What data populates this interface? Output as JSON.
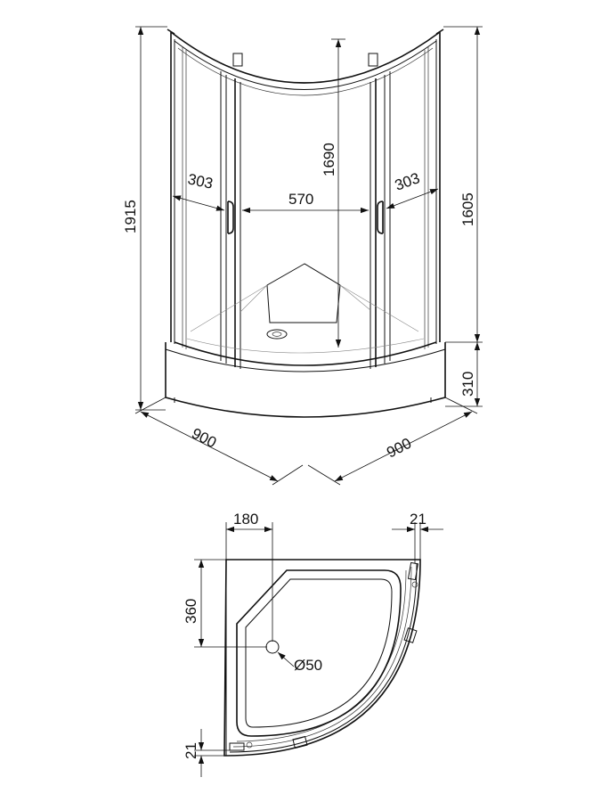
{
  "diagram": {
    "elevation": {
      "total_height": "1915",
      "door_height": "1690",
      "frame_height": "1605",
      "tray_height": "310",
      "door_left": "303",
      "door_right": "303",
      "entry_width": "570",
      "width_left": "900",
      "width_right": "900"
    },
    "plan": {
      "drain_offset_x": "180",
      "drain_offset_y": "360",
      "profile_right": "21",
      "profile_bottom": "21",
      "drain_diameter": "Ø50"
    }
  }
}
